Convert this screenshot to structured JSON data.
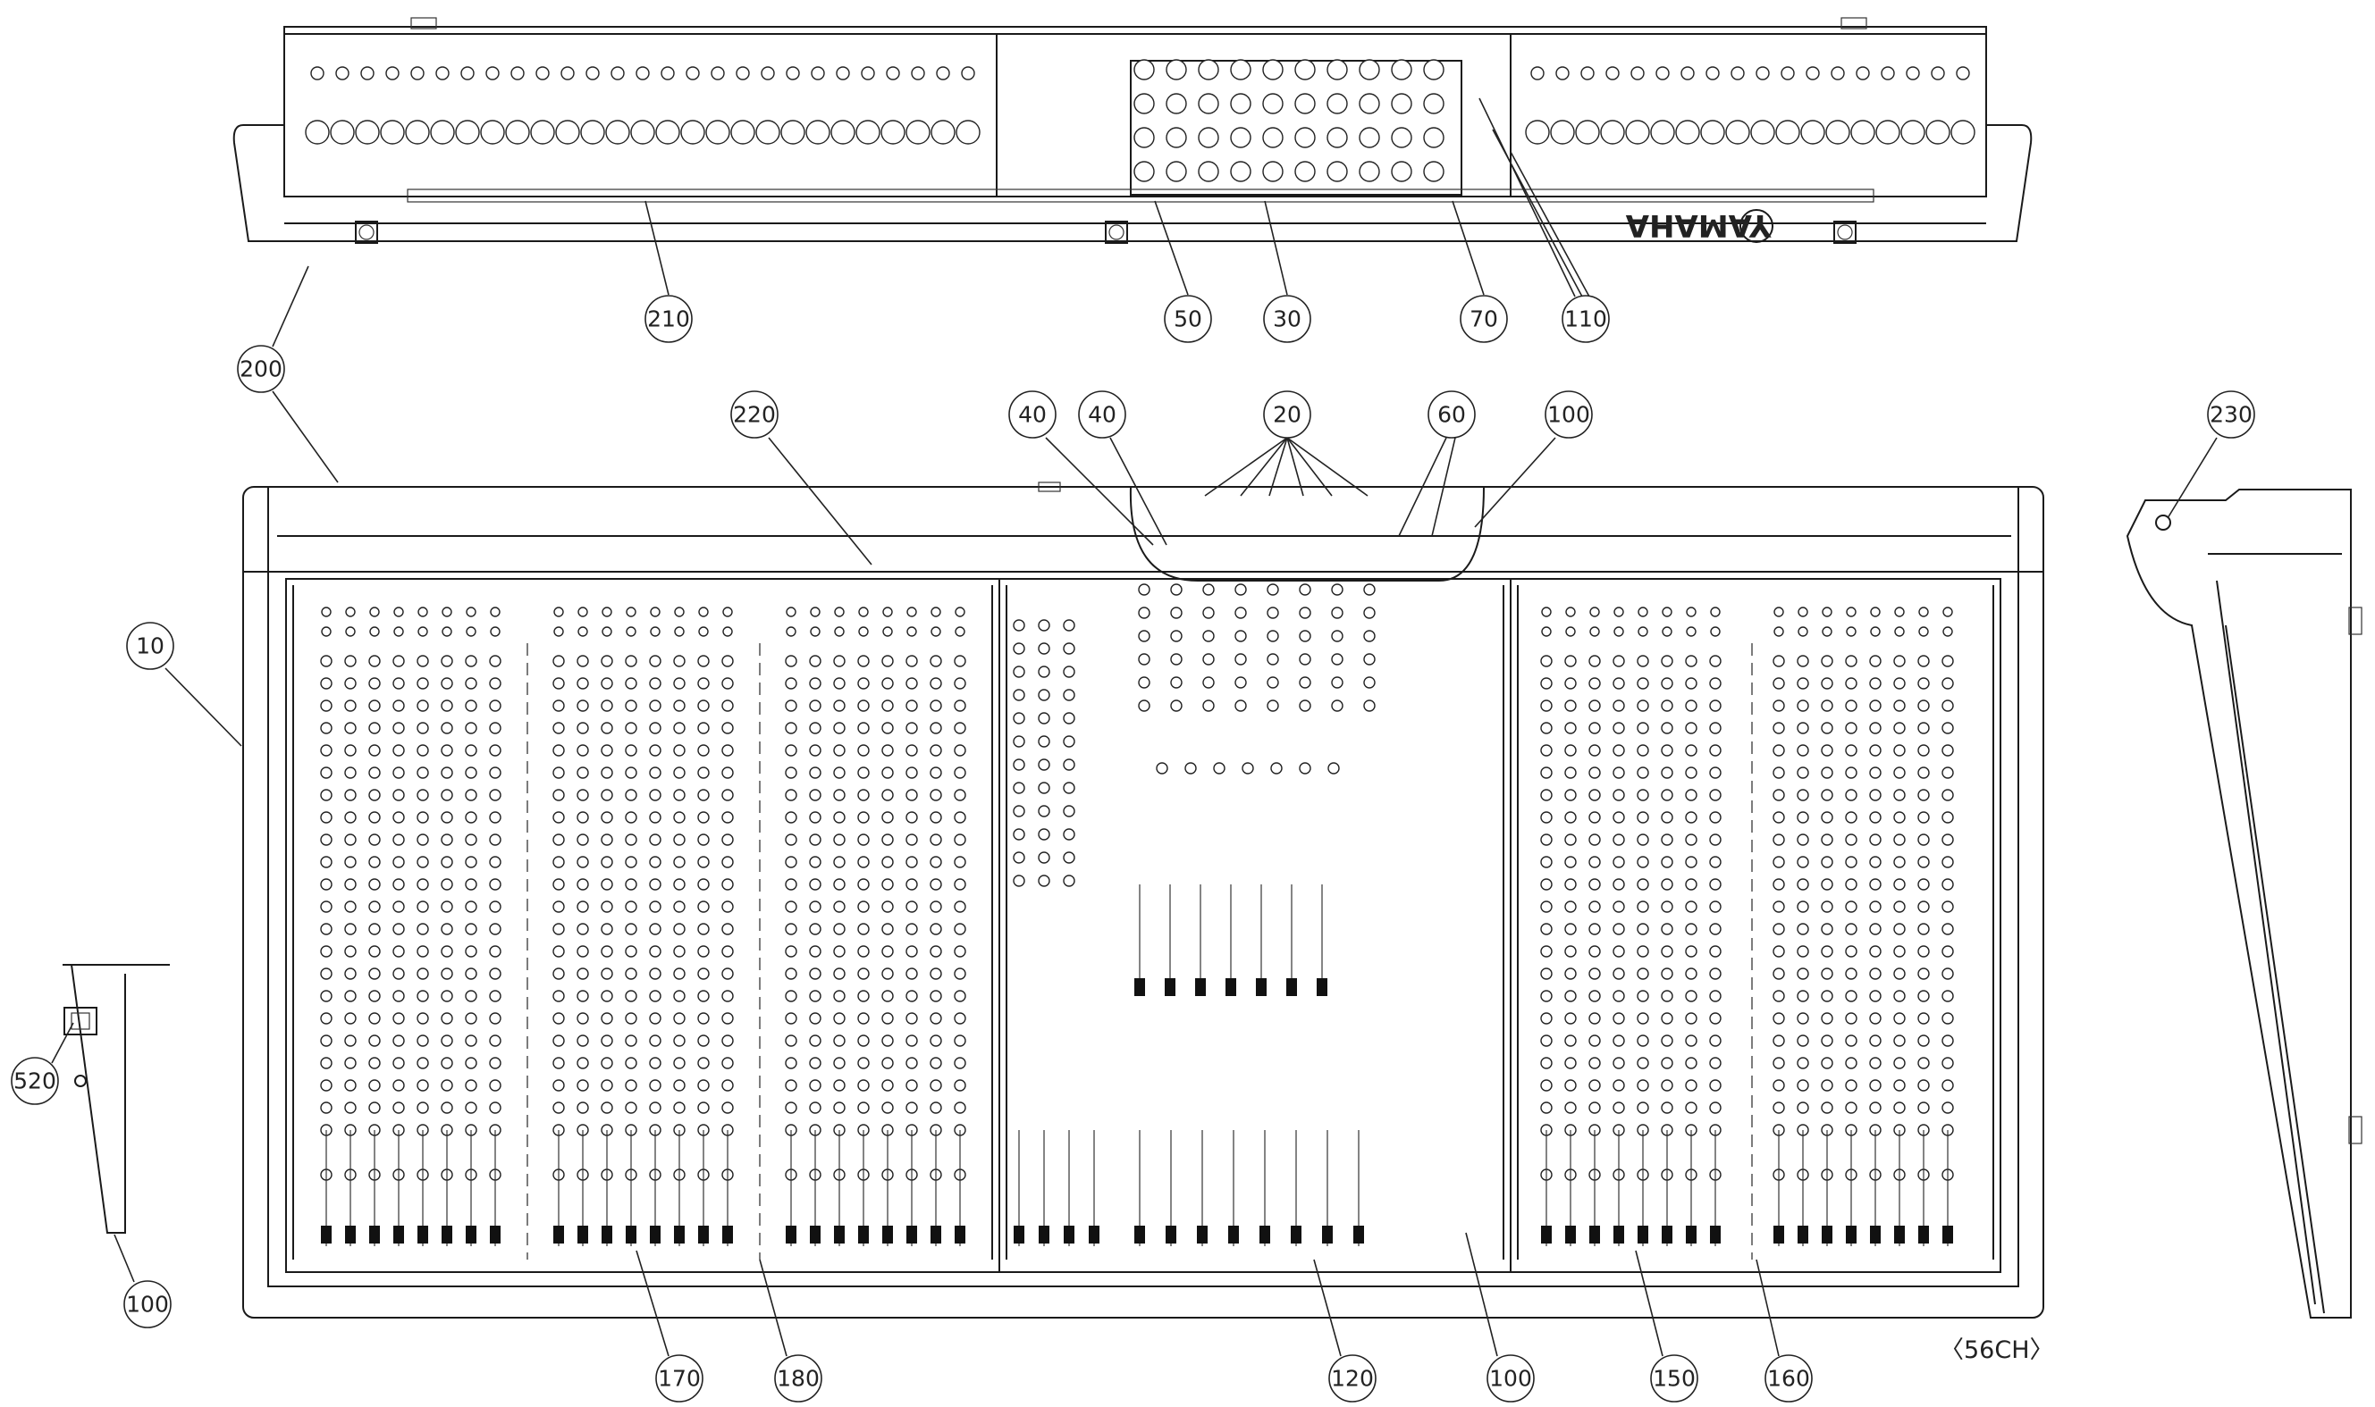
{
  "diagram": {
    "caption": "〈56CH〉",
    "brand": "YAMAHA",
    "callouts": [
      {
        "id": "c210",
        "label": "210"
      },
      {
        "id": "c50",
        "label": "50"
      },
      {
        "id": "c30",
        "label": "30"
      },
      {
        "id": "c70",
        "label": "70"
      },
      {
        "id": "c110",
        "label": "110"
      },
      {
        "id": "c200",
        "label": "200"
      },
      {
        "id": "c220",
        "label": "220"
      },
      {
        "id": "c40a",
        "label": "40"
      },
      {
        "id": "c40b",
        "label": "40"
      },
      {
        "id": "c20",
        "label": "20"
      },
      {
        "id": "c60",
        "label": "60"
      },
      {
        "id": "c100t",
        "label": "100"
      },
      {
        "id": "c230",
        "label": "230"
      },
      {
        "id": "c10",
        "label": "10"
      },
      {
        "id": "c520",
        "label": "520"
      },
      {
        "id": "c100l",
        "label": "100"
      },
      {
        "id": "c170",
        "label": "170"
      },
      {
        "id": "c180",
        "label": "180"
      },
      {
        "id": "c120",
        "label": "120"
      },
      {
        "id": "c100b",
        "label": "100"
      },
      {
        "id": "c150",
        "label": "150"
      },
      {
        "id": "c160",
        "label": "160"
      }
    ]
  }
}
